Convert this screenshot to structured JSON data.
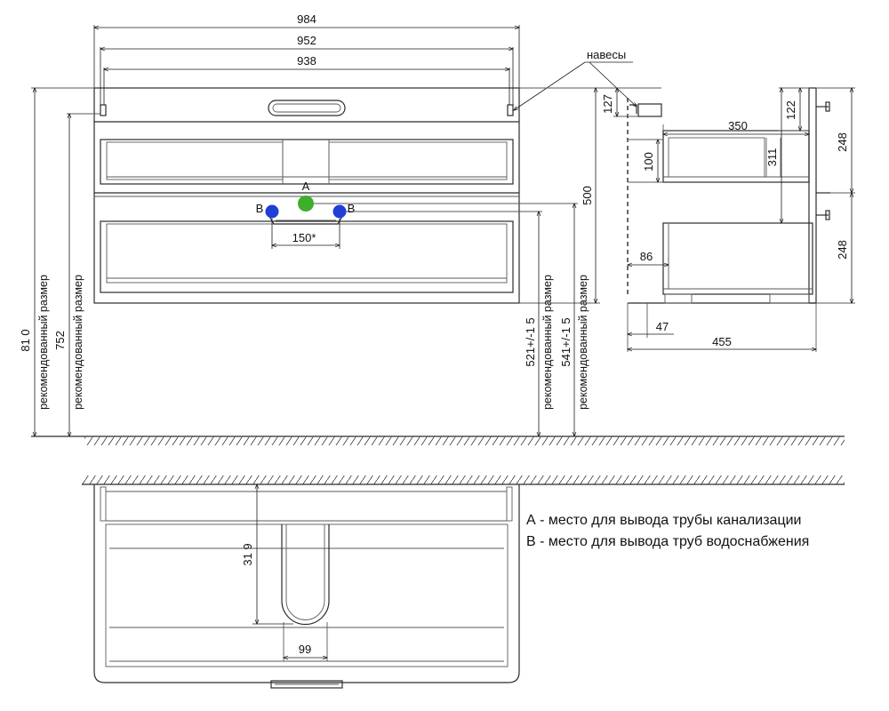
{
  "front": {
    "width_outer": "984",
    "width_mid": "952",
    "width_inner": "938",
    "callout": "навесы",
    "height_810": "81 0",
    "height_752": "752",
    "rec_size": "рекомендованный размер",
    "label_A": "А",
    "label_B": "В",
    "pipe_spacing": "150*",
    "drain_height": "500",
    "supply_height_521": "521+/-1 5",
    "supply_height_541": "541+/-1 5"
  },
  "side": {
    "dim_127": "127",
    "dim_122": "122",
    "dim_350": "350",
    "dim_100": "100",
    "dim_311": "311",
    "dim_248_top": "248",
    "dim_248_bottom": "248",
    "dim_86": "86",
    "dim_47": "47",
    "dim_455": "455"
  },
  "top": {
    "dim_319": "31 9",
    "dim_99": "99"
  },
  "legend": {
    "a": "А - место для вывода трубы канализации",
    "b": "В - место для вывода труб водоснабжения"
  },
  "colors": {
    "drain": "#3fae2a",
    "supply": "#1f3fd6"
  }
}
